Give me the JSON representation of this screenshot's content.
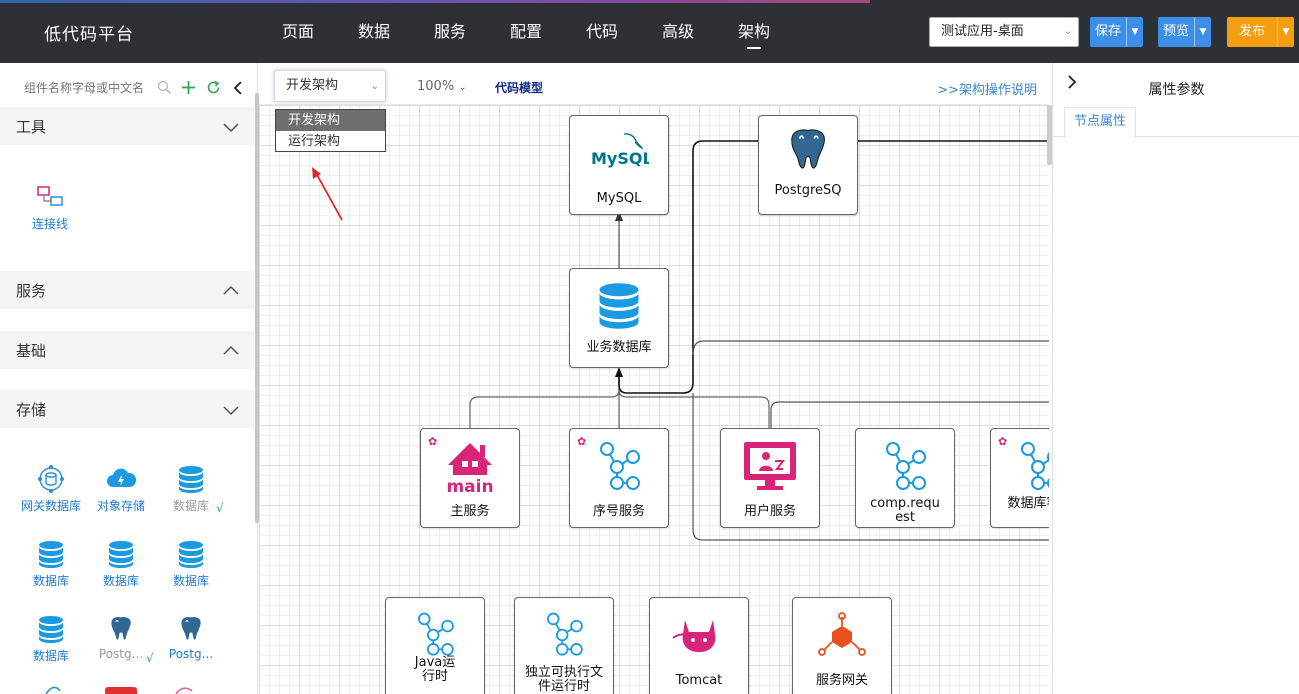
{
  "header": {
    "logo": "低代码平台",
    "nav": [
      {
        "label": "页面"
      },
      {
        "label": "数据"
      },
      {
        "label": "服务"
      },
      {
        "label": "配置"
      },
      {
        "label": "代码"
      },
      {
        "label": "高级"
      },
      {
        "label": "架构",
        "active": true
      }
    ],
    "app_select": "测试应用-桌面",
    "save": "保存",
    "preview": "预览",
    "publish": "发布"
  },
  "left": {
    "search_placeholder": "组件名称字母或中文名",
    "sections": {
      "tools": "工具",
      "services": "服务",
      "basic": "基础",
      "storage": "存储"
    },
    "tools_items": [
      {
        "label": "连接线"
      }
    ],
    "storage_items": [
      {
        "label": "网关数据库"
      },
      {
        "label": "对象存储"
      },
      {
        "label": "数据库"
      },
      {
        "label": "数据库"
      },
      {
        "label": "数据库"
      },
      {
        "label": "数据库"
      },
      {
        "label": "数据库"
      },
      {
        "label": "Postg..."
      },
      {
        "label": "Postg..."
      }
    ],
    "check_mark": "√"
  },
  "canvas": {
    "arch_select": "开发架构",
    "dropdown_options": [
      "开发架构",
      "运行架构"
    ],
    "zoom": "100%",
    "code_model": "代码模型",
    "help_link": ">>架构操作说明",
    "nodes": {
      "mysql": "MySQL",
      "postgres": "PostgreSQ",
      "bizdb": "业务数据库",
      "main": "主服务",
      "seq": "序号服务",
      "user": "用户服务",
      "comp": "comp.request",
      "dbclient": "数据库客户",
      "java": "Java运行时",
      "standalone": "独立可执行文件运行时",
      "tomcat": "Tomcat",
      "gateway": "服务网关"
    },
    "mysql_logo_text": "MySQL",
    "main_logo_text": "main"
  },
  "right": {
    "title": "属性参数",
    "tab": "节点属性"
  },
  "colors": {
    "header_bg": "#2d3135",
    "primary_blue": "#3c8fe8",
    "publish_orange": "#f59e12",
    "db_blue": "#1a9ae0",
    "magenta": "#d8257a"
  }
}
